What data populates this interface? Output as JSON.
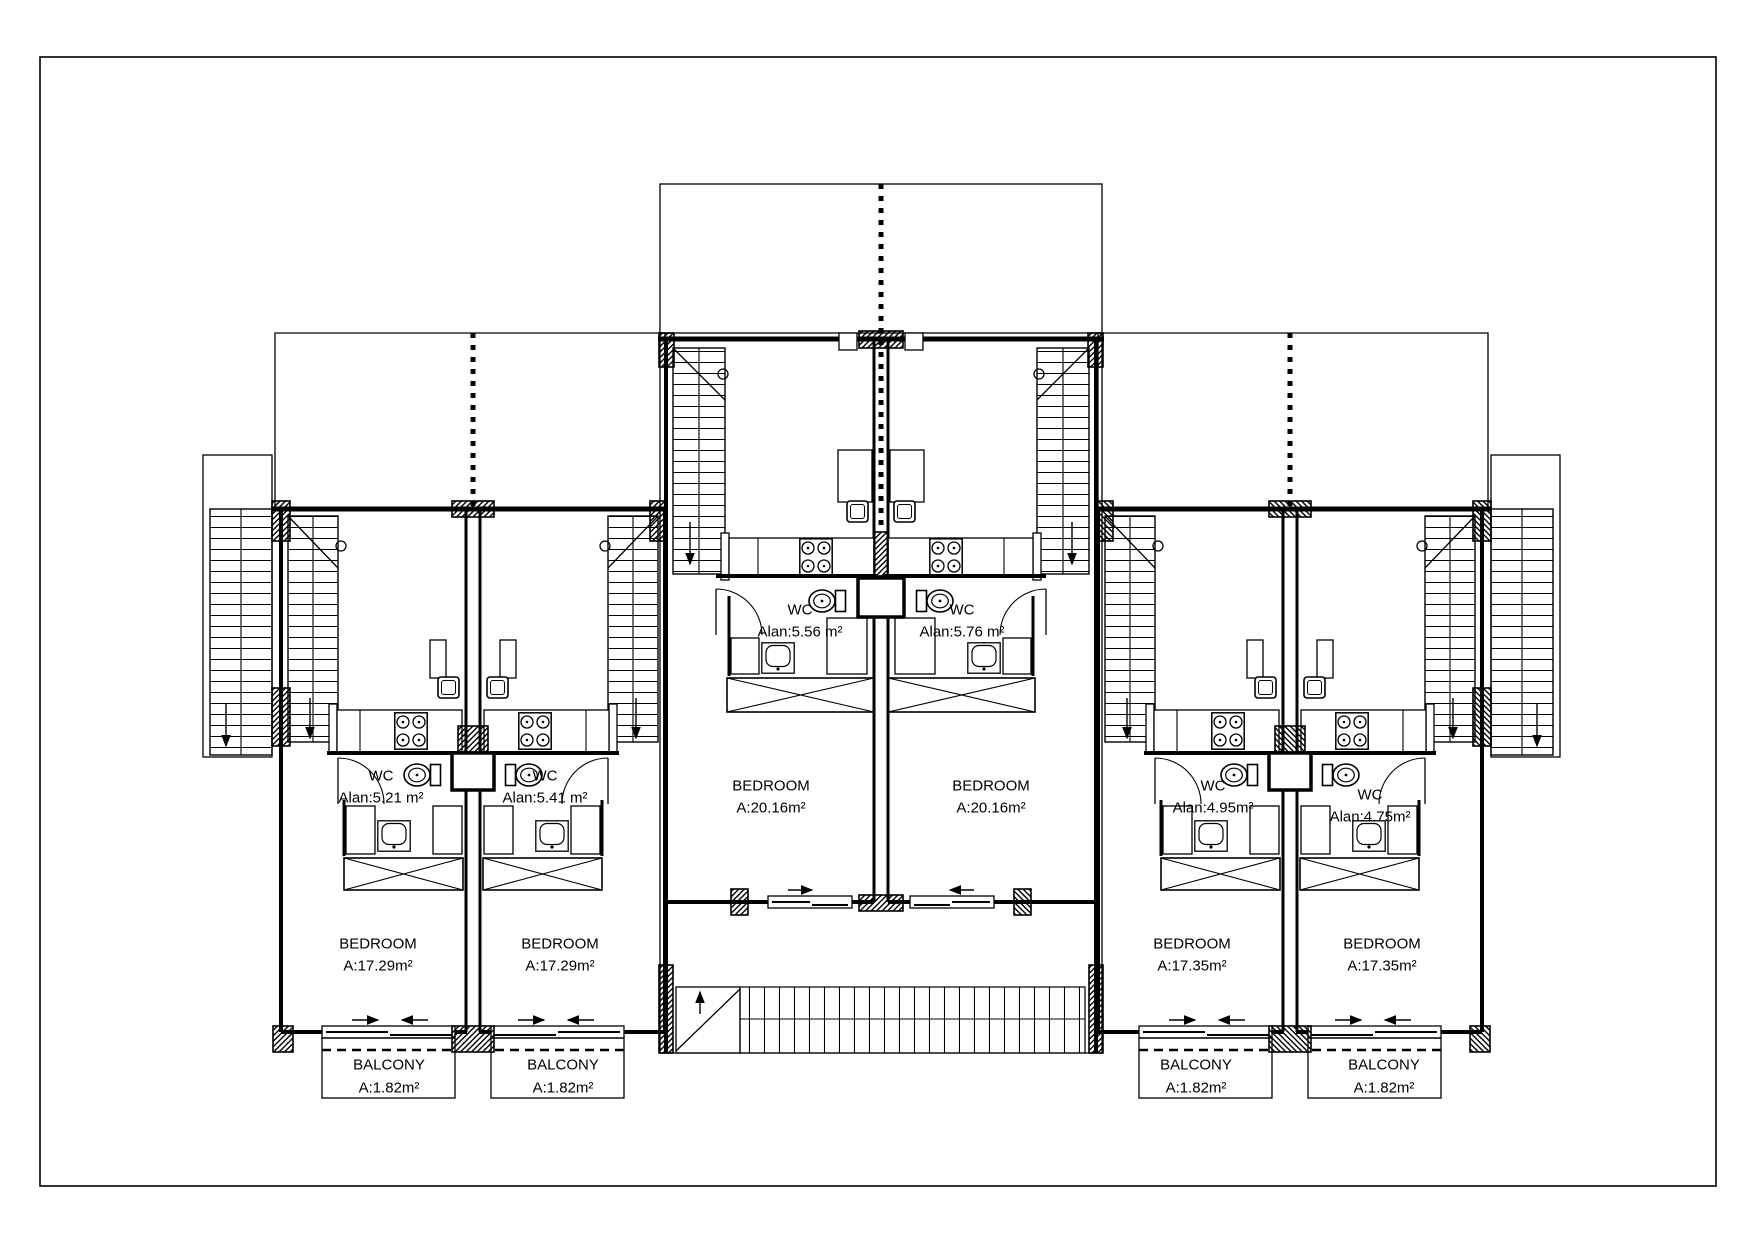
{
  "drawing": {
    "background": "#ffffff",
    "line_color": "#000000",
    "type": "architectural-floor-plan"
  },
  "plan": {
    "left": {
      "units": [
        {
          "wc_name": "WC",
          "wc_area": "Alan:5.21 m²",
          "bedroom_name": "BEDROOM",
          "bedroom_area": "A:17.29m²",
          "balcony_name": "BALCONY",
          "balcony_area": "A:1.82m²"
        },
        {
          "wc_name": "WC",
          "wc_area": "Alan:5.41 m²",
          "bedroom_name": "BEDROOM",
          "bedroom_area": "A:17.29m²",
          "balcony_name": "BALCONY",
          "balcony_area": "A:1.82m²"
        }
      ]
    },
    "center": {
      "units": [
        {
          "wc_name": "WC",
          "wc_area": "Alan:5.56 m²",
          "bedroom_name": "BEDROOM",
          "bedroom_area": "A:20.16m²"
        },
        {
          "wc_name": "WC",
          "wc_area": "Alan:5.76 m²",
          "bedroom_name": "BEDROOM",
          "bedroom_area": "A:20.16m²"
        }
      ]
    },
    "right": {
      "units": [
        {
          "wc_name": "WC",
          "wc_area": "Alan:4.95m²",
          "bedroom_name": "BEDROOM",
          "bedroom_area": "A:17.35m²",
          "balcony_name": "BALCONY",
          "balcony_area": "A:1.82m²"
        },
        {
          "wc_name": "WC",
          "wc_area": "Alan:4.75m²",
          "bedroom_name": "BEDROOM",
          "bedroom_area": "A:17.35m²",
          "balcony_name": "BALCONY",
          "balcony_area": "A:1.82m²"
        }
      ]
    }
  }
}
